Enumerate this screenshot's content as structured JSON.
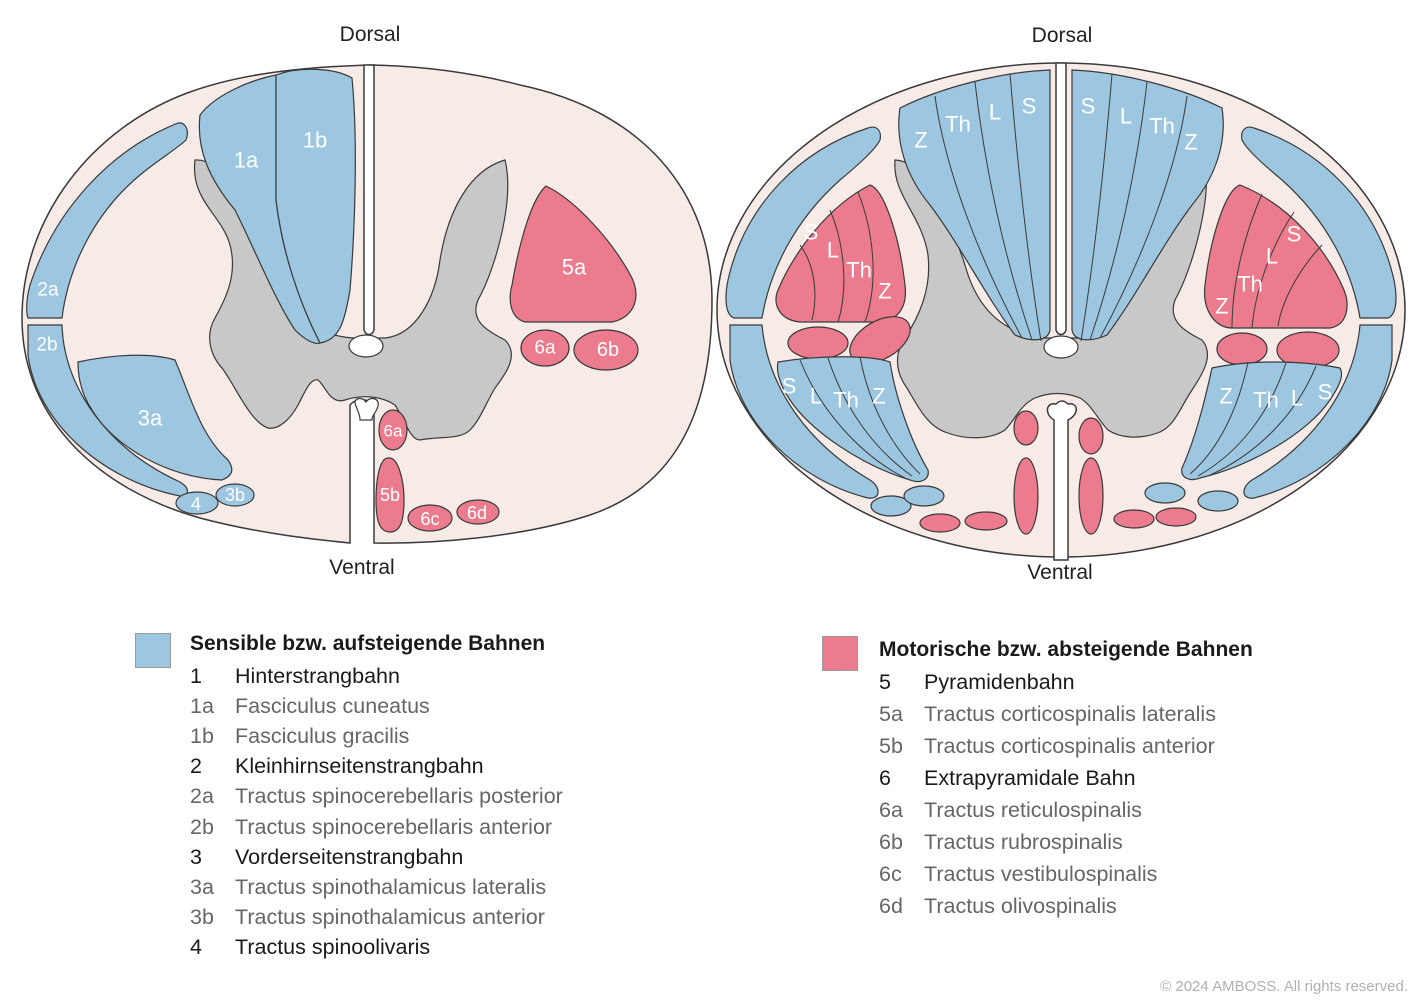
{
  "colors": {
    "sensory": "#9dc6e0",
    "motor": "#ec7b8e",
    "white_matter": "#f6ebe6",
    "gray_matter": "#c8c8c8",
    "outline": "#3a3a3a"
  },
  "left_section": {
    "top_label": "Dorsal",
    "bottom_label": "Ventral",
    "tracts": {
      "t1a": "1a",
      "t1b": "1b",
      "t2a": "2a",
      "t2b": "2b",
      "t3a": "3a",
      "t3b": "3b",
      "t4": "4",
      "t5a": "5a",
      "t5b": "5b",
      "t6a_upper": "6a",
      "t6b": "6b",
      "t6a_lower": "6a",
      "t6c": "6c",
      "t6d": "6d"
    }
  },
  "right_section": {
    "top_label": "Dorsal",
    "bottom_label": "Ventral",
    "somatotopy": {
      "s": "S",
      "l": "L",
      "th": "Th",
      "z": "Z"
    }
  },
  "legend_sensory": {
    "title": "Sensible bzw. aufsteigende Bahnen",
    "rows": [
      {
        "code": "1",
        "name": "Hinterstrangbahn",
        "level": "major"
      },
      {
        "code": "1a",
        "name": "Fasciculus cuneatus",
        "level": "minor"
      },
      {
        "code": "1b",
        "name": "Fasciculus gracilis",
        "level": "minor"
      },
      {
        "code": "2",
        "name": "Kleinhirnseitenstrangbahn",
        "level": "major"
      },
      {
        "code": "2a",
        "name": "Tractus spinocerebellaris posterior",
        "level": "minor"
      },
      {
        "code": "2b",
        "name": "Tractus spinocerebellaris anterior",
        "level": "minor"
      },
      {
        "code": "3",
        "name": "Vorderseitenstrangbahn",
        "level": "major"
      },
      {
        "code": "3a",
        "name": "Tractus spinothalamicus lateralis",
        "level": "minor"
      },
      {
        "code": "3b",
        "name": "Tractus spinothalamicus anterior",
        "level": "minor"
      },
      {
        "code": "4",
        "name": "Tractus spinoolivaris",
        "level": "major"
      }
    ]
  },
  "legend_motor": {
    "title": "Motorische bzw. absteigende Bahnen",
    "rows": [
      {
        "code": "5",
        "name": "Pyramidenbahn",
        "level": "major"
      },
      {
        "code": "5a",
        "name": "Tractus corticospinalis lateralis",
        "level": "minor"
      },
      {
        "code": "5b",
        "name": "Tractus corticospinalis anterior",
        "level": "minor"
      },
      {
        "code": "6",
        "name": "Extrapyramidale Bahn",
        "level": "major"
      },
      {
        "code": "6a",
        "name": "Tractus reticulospinalis",
        "level": "minor"
      },
      {
        "code": "6b",
        "name": "Tractus rubrospinalis",
        "level": "minor"
      },
      {
        "code": "6c",
        "name": "Tractus vestibulospinalis",
        "level": "minor"
      },
      {
        "code": "6d",
        "name": "Tractus olivospinalis",
        "level": "minor"
      }
    ]
  },
  "copyright": "© 2024 AMBOSS. All rights reserved."
}
